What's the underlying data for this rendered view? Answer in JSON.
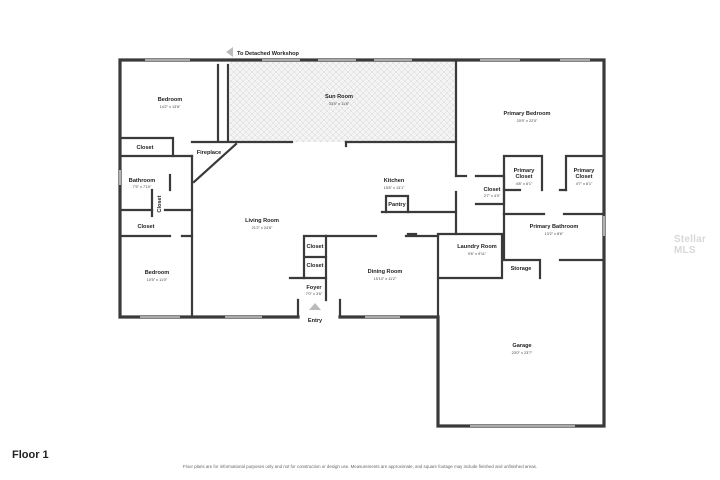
{
  "floor_label": "Floor 1",
  "disclaimer": "Floor plans are for informational purposes only and not for construction or design use. Measurements are approximate, and square footage may include finished and unfinished areas.",
  "watermark": "Stellar MLS",
  "annotations": {
    "workshop": "To Detached Workshop",
    "entry": "Entry"
  },
  "rooms": {
    "bedroom_1": {
      "name": "Bedroom",
      "dims": "14'2\" x 13'8\""
    },
    "sun_room": {
      "name": "Sun Room",
      "dims": "33'5\" x 11'8\""
    },
    "primary_bedroom": {
      "name": "Primary Bedroom",
      "dims": "20'9\" x 22'0\""
    },
    "closet_a": {
      "name": "Closet"
    },
    "fireplace": {
      "name": "Fireplace"
    },
    "bathroom": {
      "name": "Bathroom",
      "dims": "7'5\" x 7'10\""
    },
    "closet_b": {
      "name": "Closet"
    },
    "closet_c": {
      "name": "Closet"
    },
    "living_room": {
      "name": "Living Room",
      "dims": "21'2\" x 24'6\""
    },
    "kitchen": {
      "name": "Kitchen",
      "dims": "15'8\" x 13'1\""
    },
    "pantry": {
      "name": "Pantry"
    },
    "closet_kitchen": {
      "name": "Closet",
      "dims": "2'7\" x 4'0\""
    },
    "primary_closet_1": {
      "name": "Primary Closet",
      "dims": "4'8\" x 6'1\""
    },
    "primary_closet_2": {
      "name": "Primary Closet",
      "dims": "4'7\" x 6'1\""
    },
    "primary_bathroom": {
      "name": "Primary Bathroom",
      "dims": "13'2\" x 8'6\""
    },
    "laundry_room": {
      "name": "Laundry Room",
      "dims": "9'6\" x 9'11\""
    },
    "storage": {
      "name": "Storage"
    },
    "closet_foyer_1": {
      "name": "Closet"
    },
    "closet_foyer_2": {
      "name": "Closet"
    },
    "bedroom_2": {
      "name": "Bedroom",
      "dims": "10'5\" x 11'0\""
    },
    "dining_room": {
      "name": "Dining Room",
      "dims": "15'10\" x 11'2\""
    },
    "foyer": {
      "name": "Foyer",
      "dims": "7'0\" x 3'6\""
    },
    "garage": {
      "name": "Garage",
      "dims": "23'0\" x 23'7\""
    }
  }
}
